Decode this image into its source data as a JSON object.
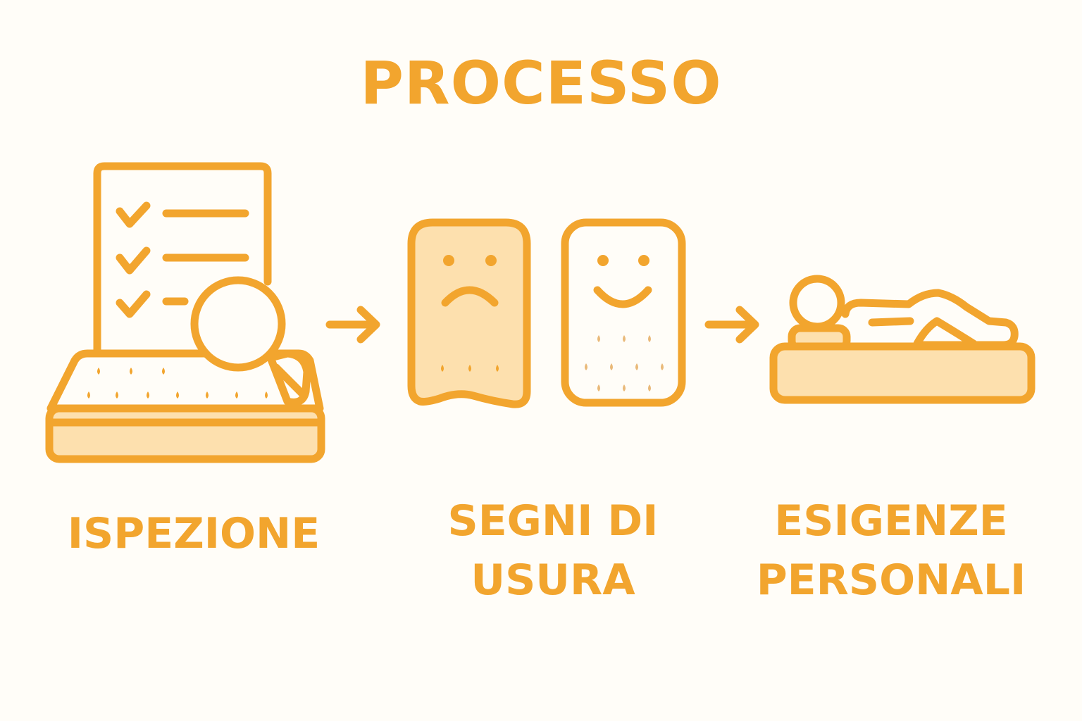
{
  "diagram": {
    "title": "PROCESSO",
    "steps": [
      {
        "label_lines": [
          "ISPEZIONE"
        ],
        "icon": "mattress-checklist-magnifier-icon"
      },
      {
        "label_lines": [
          "SEGNI DI",
          "USURA"
        ],
        "icon": "worn-vs-new-mattress-icon"
      },
      {
        "label_lines": [
          "ESIGENZE",
          "PERSONALI"
        ],
        "icon": "person-lying-on-mattress-icon"
      }
    ],
    "connectors": [
      "arrow-right-icon",
      "arrow-right-icon"
    ]
  },
  "colors": {
    "accent": "#f2a52e",
    "fill": "#fde0ae",
    "background": "#fffdf8",
    "dot_light": "#e9b979"
  }
}
